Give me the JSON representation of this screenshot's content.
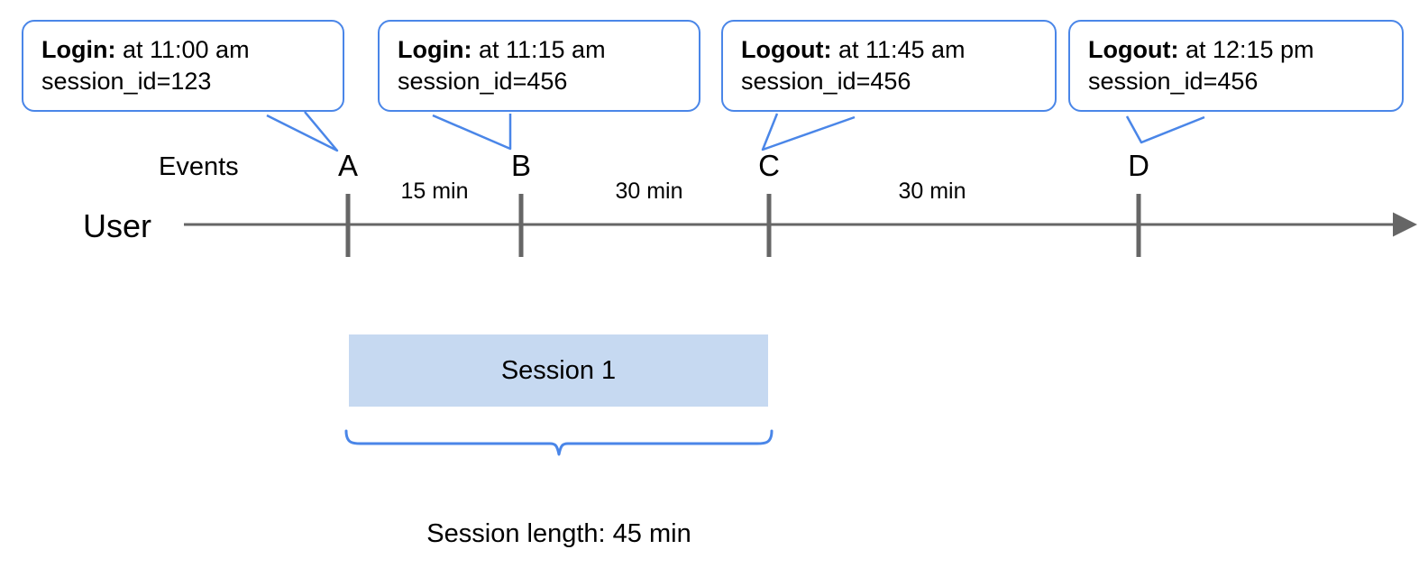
{
  "diagram": {
    "title_caption": "Session length: 45 min",
    "colors": {
      "callout_border": "#4a86e8",
      "brace": "#4a86e8",
      "session_fill": "#c6d9f1",
      "axis": "#666666",
      "text": "#000000"
    },
    "row_labels": {
      "events": "Events",
      "user": "User"
    },
    "callouts": [
      {
        "kind": "Login:",
        "detail": " at 11:00 am",
        "meta": "session_id=123",
        "target": "A"
      },
      {
        "kind": "Login:",
        "detail": " at 11:15 am",
        "meta": "session_id=456",
        "target": "B"
      },
      {
        "kind": "Logout:",
        "detail": " at 11:45 am",
        "meta": "session_id=456",
        "target": "C"
      },
      {
        "kind": "Logout:",
        "detail": " at 12:15 pm",
        "meta": "session_id=456",
        "target": "D"
      }
    ],
    "events": [
      {
        "label": "A",
        "time": "11:00 am",
        "type": "Login",
        "session_id": "123"
      },
      {
        "label": "B",
        "time": "11:15 am",
        "type": "Login",
        "session_id": "456"
      },
      {
        "label": "C",
        "time": "11:45 am",
        "type": "Logout",
        "session_id": "456"
      },
      {
        "label": "D",
        "time": "12:15 pm",
        "type": "Logout",
        "session_id": "456"
      }
    ],
    "intervals": [
      {
        "from": "A",
        "to": "B",
        "label": "15 min"
      },
      {
        "from": "B",
        "to": "C",
        "label": "30 min"
      },
      {
        "from": "C",
        "to": "D",
        "label": "30 min"
      }
    ],
    "session": {
      "name": "Session 1",
      "start_event": "A",
      "end_event": "C",
      "length_label": "Session length: 45 min"
    }
  }
}
